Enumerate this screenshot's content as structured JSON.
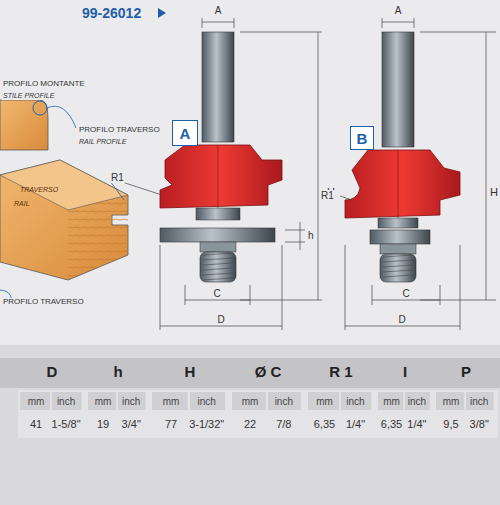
{
  "diagram": {
    "title": "99-26012",
    "nodes": [
      {
        "text": [
          "A"
        ]
      },
      {
        "text": [
          "B"
        ]
      }
    ],
    "labels": [
      "PROFILO MONTANTE",
      "STILE PROFILE",
      "PROFILO TRAVERSO",
      "RAIL PROFILE",
      "TRAVERSO",
      "RAIL",
      "PROFILO TRAVERSO",
      "A",
      "H",
      "R1",
      "h",
      "C",
      "D",
      "A",
      "H",
      "R1",
      "C",
      "D",
      "D",
      "h",
      "H",
      "Ø C",
      "R 1",
      "I",
      "P",
      "mm",
      "inch",
      "mm",
      "inch",
      "mm",
      "inch",
      "mm",
      "inch",
      "mm",
      "inch",
      "mm",
      "inch",
      "mm",
      "inch",
      "41",
      "1-5/8\"",
      "19",
      "3/4\"",
      "77",
      "3-1/32\"",
      "22",
      "7/8",
      "6,35",
      "1/4\"",
      "6,35",
      "1/4\"",
      "9,5",
      "3/8\""
    ]
  }
}
